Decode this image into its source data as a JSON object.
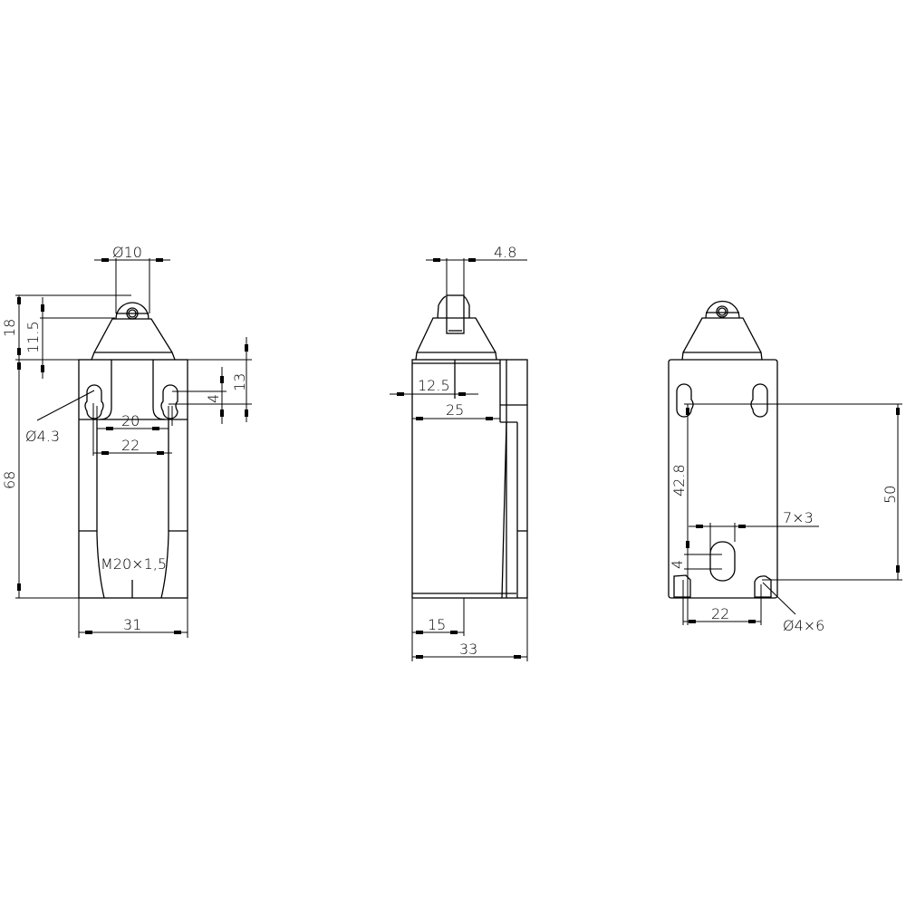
{
  "drawing": {
    "title": "Limit switch dimensional drawing",
    "stroke_color": "#000000",
    "background": "#ffffff",
    "views": [
      {
        "name": "front-view",
        "dimensions": {
          "roller_diameter": "Ø10",
          "overall_top_height": "18",
          "head_height": "11.5",
          "slot_offset": "13",
          "slot_length": "4",
          "hole_diameter": "Ø4.3",
          "slot_spacing_inner": "20",
          "slot_spacing_outer": "22",
          "body_height": "68",
          "thread": "M20×1,5",
          "body_width": "31"
        }
      },
      {
        "name": "side-view",
        "dimensions": {
          "roller_width": "4.8",
          "half_depth": "12.5",
          "plunger_depth": "25",
          "conduit_offset": "15",
          "body_depth": "33"
        }
      },
      {
        "name": "rear-view",
        "dimensions": {
          "mount_height": "42.8",
          "hole_pitch_vertical": "50",
          "slot_size": "7×3",
          "slot_offset": "4",
          "bottom_spacing": "22",
          "bottom_hole": "Ø4×6"
        }
      }
    ]
  }
}
